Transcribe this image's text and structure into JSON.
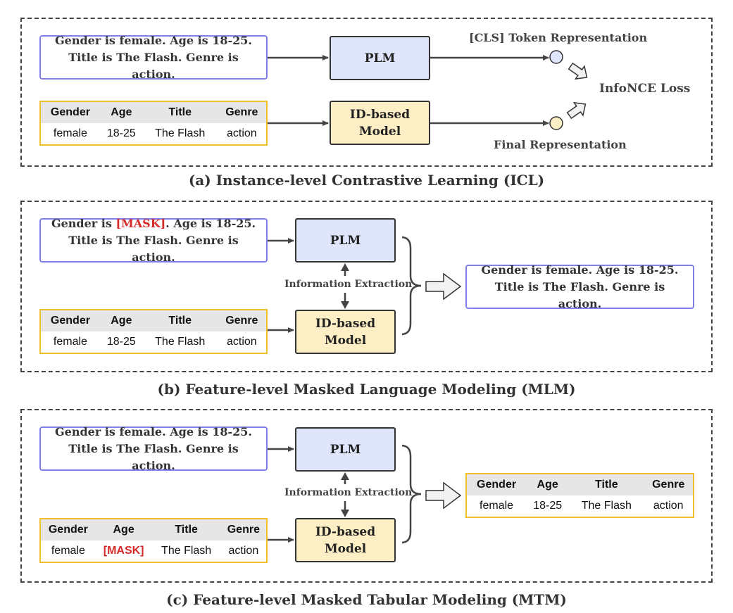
{
  "panel_a": {
    "caption": "(a) Instance-level Contrastive Learning (ICL)",
    "text": "Gender is female. Age is 18-25. Title is The Flash. Genre is action.",
    "table": {
      "headers": [
        "Gender",
        "Age",
        "Title",
        "Genre"
      ],
      "row": [
        "female",
        "18-25",
        "The Flash",
        "action"
      ]
    },
    "plm_label": "PLM",
    "id_model_label_1": "ID-based",
    "id_model_label_2": "Model",
    "cls_label": "[CLS] Token Representation",
    "final_label": "Final Representation",
    "loss_label": "InfoNCE Loss"
  },
  "panel_b": {
    "caption": "(b) Feature-level Masked Language Modeling (MLM)",
    "text_part1": "Gender is ",
    "mask_token": "[MASK]",
    "text_part2": ". Age is 18-25. Title is The Flash. Genre is action.",
    "table": {
      "headers": [
        "Gender",
        "Age",
        "Title",
        "Genre"
      ],
      "row": [
        "female",
        "18-25",
        "The Flash",
        "action"
      ]
    },
    "plm_label": "PLM",
    "id_model_label_1": "ID-based",
    "id_model_label_2": "Model",
    "extraction_label": "Information Extraction",
    "output_text": "Gender is female. Age is 18-25. Title is The Flash. Genre is action."
  },
  "panel_c": {
    "caption": "(c) Feature-level Masked Tabular Modeling (MTM)",
    "text": "Gender is female. Age is 18-25. Title is The Flash. Genre is action.",
    "table": {
      "headers": [
        "Gender",
        "Age",
        "Title",
        "Genre"
      ],
      "row": [
        "female",
        "[MASK]",
        "The Flash",
        "action"
      ]
    },
    "plm_label": "PLM",
    "id_model_label_1": "ID-based",
    "id_model_label_2": "Model",
    "extraction_label": "Information Extraction",
    "output_table": {
      "headers": [
        "Gender",
        "Age",
        "Title",
        "Genre"
      ],
      "row": [
        "female",
        "18-25",
        "The Flash",
        "action"
      ]
    }
  },
  "colors": {
    "text_border": "#8080e8",
    "table_border": "#f0c02c",
    "plm_fill": "#dfe6fb",
    "id_model_fill": "#fcefc5",
    "mask": "#d42a2a"
  }
}
